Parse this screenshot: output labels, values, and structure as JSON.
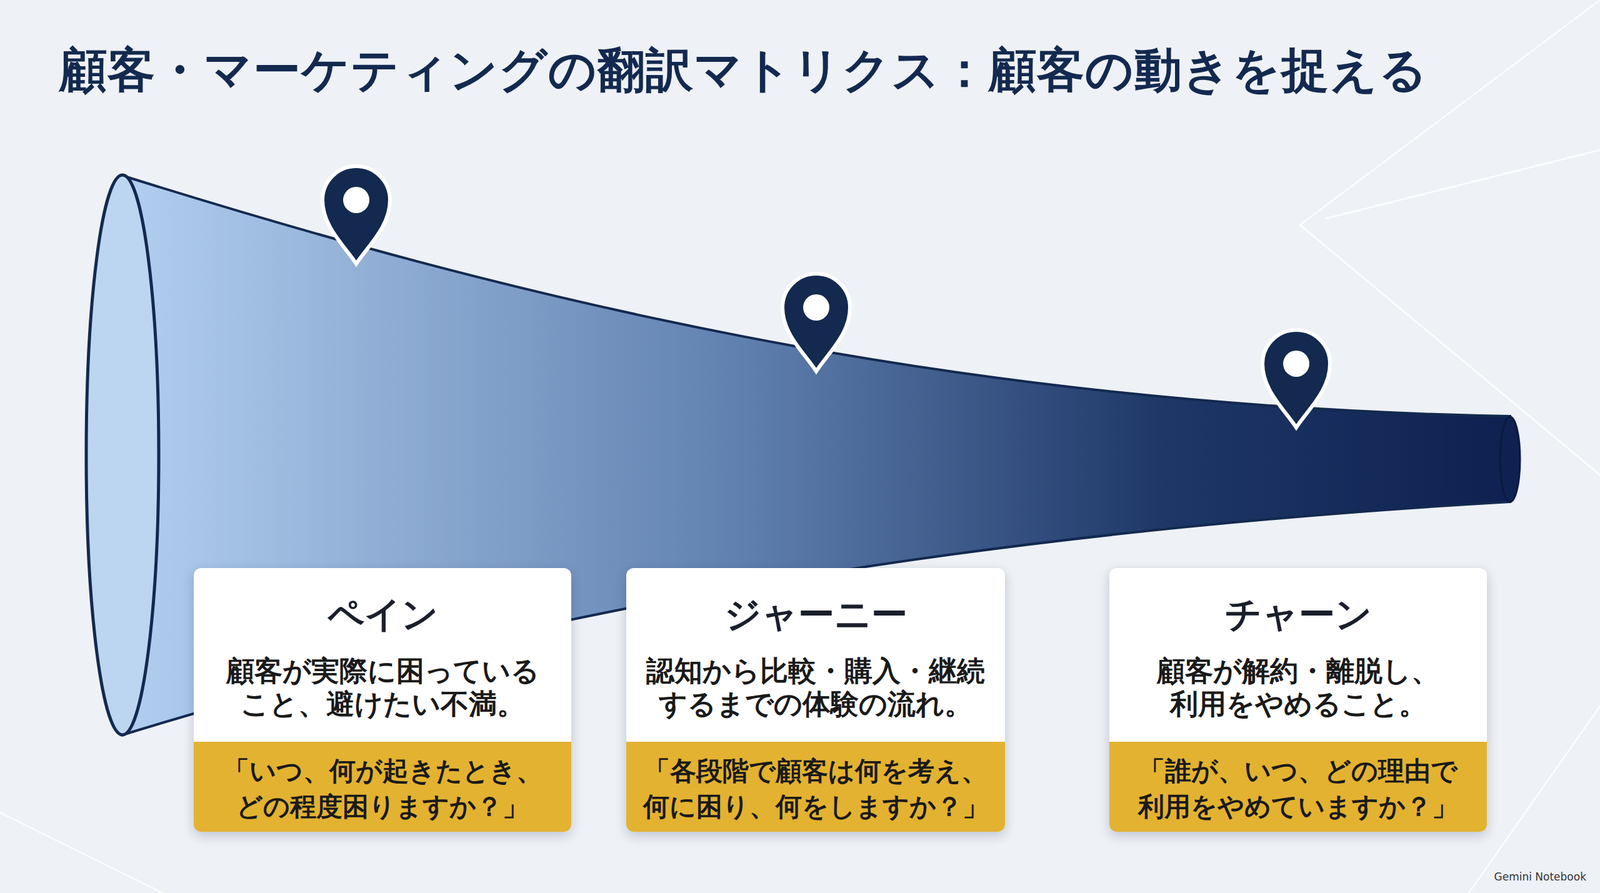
{
  "diagram": {
    "title": "顧客・マーケティングの翻訳マトリクス：顧客の動きを捉える",
    "nodes": [
      {
        "text": [
          "ペイン",
          "顧客が実際に困っている こと、避けたい不満。"
        ]
      },
      {
        "text": [
          "「いつ、何が起きたとき、 どの程度困りますか？」"
        ],
        "in": 0
      },
      {
        "text": [
          "ジャーニー",
          "認知から比較・購入・継続 するまでの体験の流れ。"
        ]
      },
      {
        "text": [
          "「各段階で顧客は何を考え、 何に困り、何をしますか？」"
        ],
        "in": 2
      },
      {
        "text": [
          "チャーン",
          "顧客が解約・離脱し、 利用をやめること。"
        ]
      },
      {
        "text": [
          "「誰が、いつ、どの理由で 利用をやめていますか？」"
        ],
        "in": 4
      }
    ],
    "labels": [
      "Gemini Notebook"
    ]
  }
}
